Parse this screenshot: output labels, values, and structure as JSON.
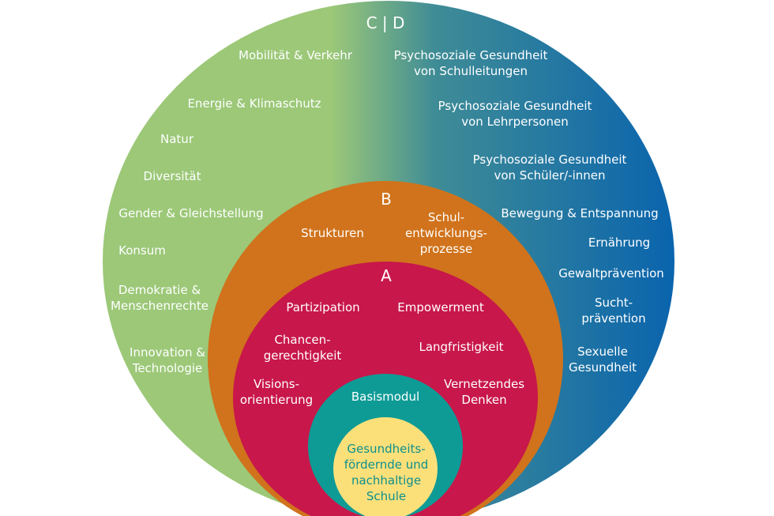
{
  "colors": {
    "outer_green": "#9cc878",
    "outer_teal": "#3f8c96",
    "outer_blue": "#0a64ad",
    "ring_b": "#d0731c",
    "ring_a": "#c8174a",
    "ring_basis": "#0e9b96",
    "core": "#fbe07a",
    "core_text": "#0f8f8c",
    "text": "#ffffff"
  },
  "outer": {
    "label": "C | D",
    "green_topics": [
      [
        "Mobilität & Verkehr"
      ],
      [
        "Energie & Klimaschutz"
      ],
      [
        "Natur"
      ],
      [
        "Diversität"
      ],
      [
        "Gender & Gleichstellung"
      ],
      [
        "Konsum"
      ],
      [
        "Demokratie &",
        "Menschenrechte"
      ],
      [
        "Innovation &",
        "Technologie"
      ]
    ],
    "blue_topics": [
      [
        "Psychosoziale Gesundheit",
        "von Schulleitungen"
      ],
      [
        "Psychosoziale Gesundheit",
        "von Lehrpersonen"
      ],
      [
        "Psychosoziale Gesundheit",
        "von Schüler/-innen"
      ],
      [
        "Bewegung & Entspannung"
      ],
      [
        "Ernährung"
      ],
      [
        "Gewaltprävention"
      ],
      [
        "Sucht-",
        "prävention"
      ],
      [
        "Sexuelle",
        "Gesundheit"
      ]
    ]
  },
  "ring_b": {
    "label": "B",
    "items": [
      [
        "Strukturen"
      ],
      [
        "Schul-",
        "entwicklungs-",
        "prozesse"
      ]
    ]
  },
  "ring_a": {
    "label": "A",
    "items": [
      [
        "Partizipation"
      ],
      [
        "Empowerment"
      ],
      [
        "Chancen-",
        "gerechtigkeit"
      ],
      [
        "Langfristigkeit"
      ],
      [
        "Visions-",
        "orientierung"
      ],
      [
        "Vernetzendes",
        "Denken"
      ]
    ]
  },
  "basis": {
    "label": "Basismodul"
  },
  "core": {
    "lines": [
      "Gesundheits-",
      "fördernde und",
      "nachhaltige",
      "Schule"
    ]
  }
}
